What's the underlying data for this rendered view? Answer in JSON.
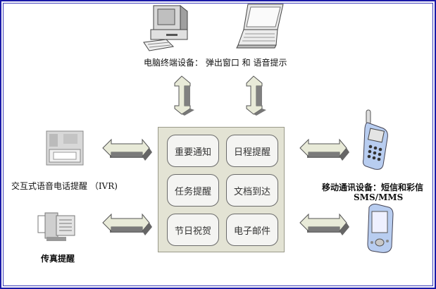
{
  "title": "Reminder delivery channels diagram",
  "top": {
    "label": "电脑终端设备： 弹出窗口 和 语音提示",
    "devices": [
      "desktop-computer",
      "laptop"
    ]
  },
  "hub": {
    "items": [
      "重要通知",
      "日程提醒",
      "任务提醒",
      "文档到达",
      "节日祝贺",
      "电子邮件"
    ]
  },
  "left": {
    "ivr_label": "交互式语音电话提醒 （IVR)",
    "fax_label": "传真提醒"
  },
  "right": {
    "mobile_label": "移动通讯设备：短信和彩信",
    "mobile_sublabel": "SMS/MMS"
  },
  "colors": {
    "frame": "#1a1aa8",
    "hub_bg": "#e3e3d4",
    "arrow_face": "#e8ead8",
    "arrow_shadow": "#707070",
    "phone_blue": "#b8cdf0"
  }
}
